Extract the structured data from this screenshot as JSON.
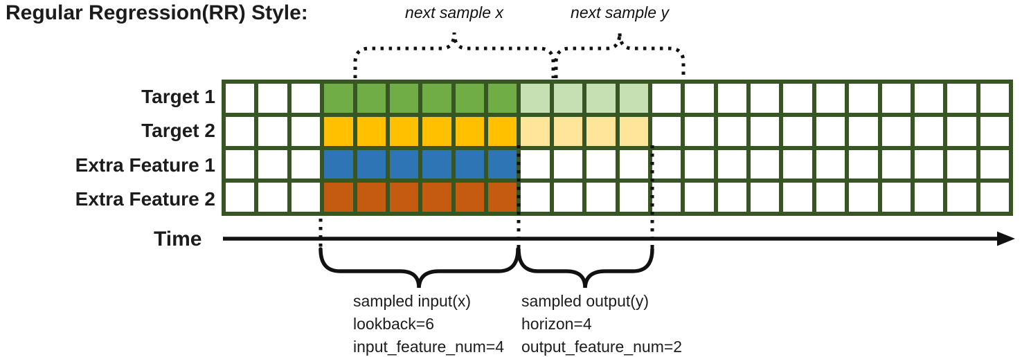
{
  "title": "Regular Regression(RR) Style:",
  "top_annotations": {
    "next_sample_x": "next sample x",
    "next_sample_y": "next sample y"
  },
  "grid": {
    "columns": 24,
    "input_start_col": 3,
    "lookback": 6,
    "horizon": 4,
    "border_color": "#375623",
    "cell_color": "#ffffff",
    "rows": [
      {
        "label": "Target 1",
        "input_color": "#70AD47",
        "output_color": "#C6E0B4",
        "has_output": true
      },
      {
        "label": "Target 2",
        "input_color": "#FFC000",
        "output_color": "#FFE599",
        "has_output": true
      },
      {
        "label": "Extra Feature 1",
        "input_color": "#2E75B6",
        "output_color": null,
        "has_output": false
      },
      {
        "label": "Extra Feature 2",
        "input_color": "#C55A11",
        "output_color": null,
        "has_output": false
      }
    ]
  },
  "time_axis": {
    "label": "Time"
  },
  "bottom_annotations": {
    "input": [
      "sampled input(x)",
      "lookback=6",
      "input_feature_num=4"
    ],
    "output": [
      "sampled output(y)",
      "horizon=4",
      "output_feature_num=2"
    ]
  },
  "line_color": "#111111"
}
